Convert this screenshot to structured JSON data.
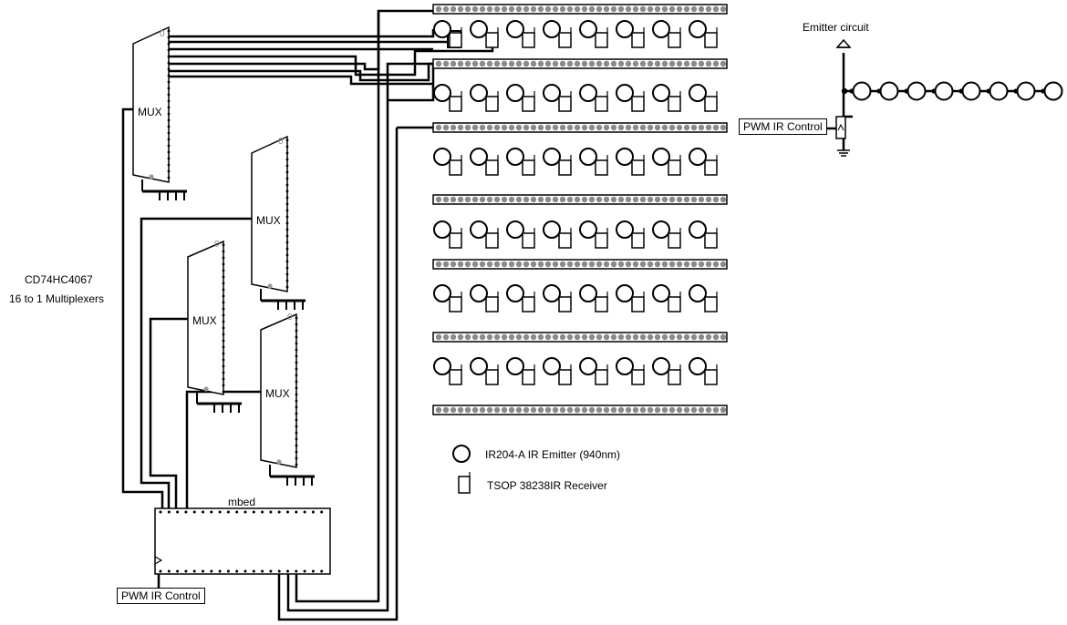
{
  "labels": {
    "emitter_circuit": "Emitter circuit",
    "mux_part": "CD74HC4067",
    "mux_desc": "16 to 1 Multiplexers",
    "mux": "MUX",
    "mux_zero": "0",
    "mbed": "mbed",
    "pwm_control": "PWM IR Control",
    "legend_emitter": "IR204-A IR Emitter (940nm)",
    "legend_receiver": "TSOP 38238IR Receiver"
  },
  "grid": {
    "rows": 6,
    "cols": 8
  },
  "emitter_chain_count": 8
}
